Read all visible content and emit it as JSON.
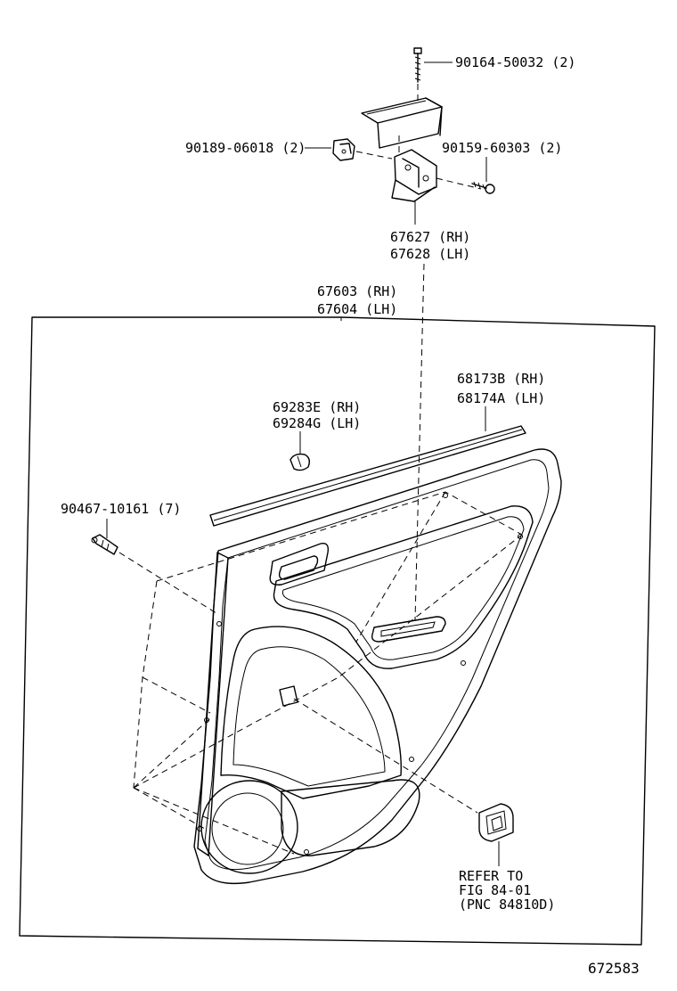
{
  "parts": {
    "bolt_top": "90164-50032 (2)",
    "clip_left": "90189-06018 (2)",
    "screw_right": "90159-60303 (2)",
    "bracket_rh": "67627 (RH)",
    "bracket_lh": "67628 (LH)",
    "board_rh": "67603 (RH)",
    "board_lh": "67604 (LH)",
    "weatherstrip_rh": "68173B (RH)",
    "weatherstrip_lh": "68174A (LH)",
    "knob_rh": "69283E (RH)",
    "knob_lh": "69284G (LH)",
    "clip_board": "90467-10161 (7)",
    "refer_line1": "REFER TO",
    "refer_line2": "FIG 84-01",
    "refer_line3": "(PNC 84810D)"
  },
  "figure_id": "672583"
}
